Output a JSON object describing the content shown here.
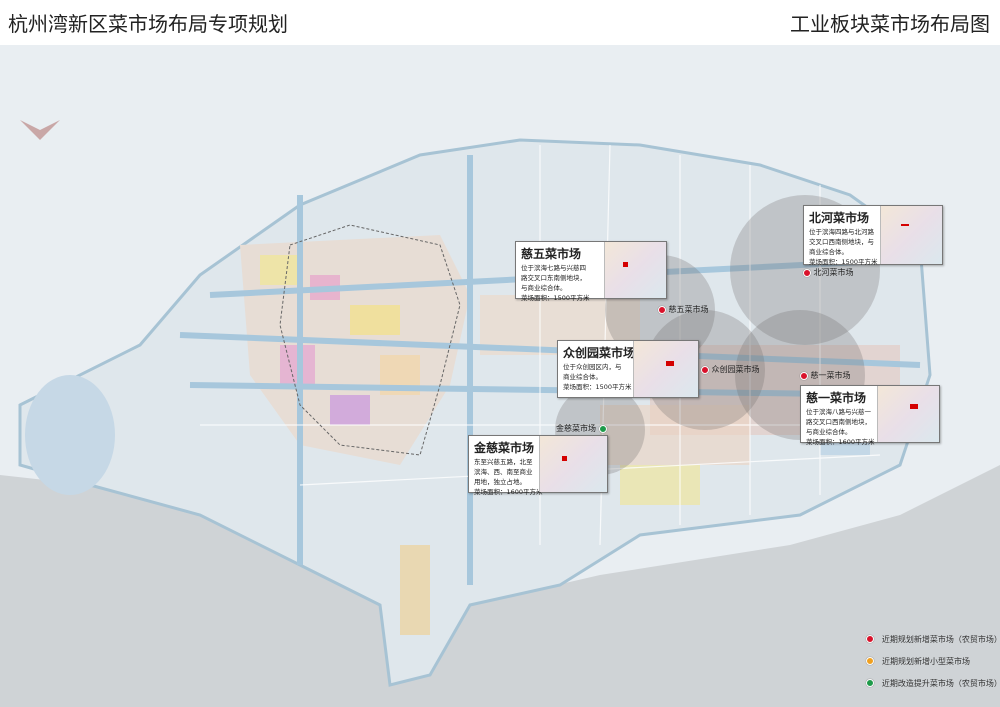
{
  "header": {
    "title_left": "杭州湾新区菜市场布局专项规划",
    "title_right": "工业板块菜市场布局图"
  },
  "markets": [
    {
      "name": "慈五菜市场",
      "label": "慈五菜市场",
      "desc": "位于滨海七路与兴慈四路交叉口东南侧地块，与商业综合体。",
      "area": "菜场面积：1500平方米",
      "type": "new"
    },
    {
      "name": "北河菜市场",
      "label": "北河菜市场",
      "desc": "位于滨海四路与北河路交叉口西南侧地块，与商业综合体。",
      "area": "菜场面积：1500平方米",
      "type": "new"
    },
    {
      "name": "众创园菜市场",
      "label": "众创园菜市场",
      "desc": "位于众创园区内，与商业综合体。",
      "area": "菜场面积：1500平方米",
      "type": "new"
    },
    {
      "name": "慈一菜市场",
      "label": "慈一菜市场",
      "desc": "位于滨海八路与兴慈一路交叉口西南侧地块，与商业综合体。",
      "area": "菜场面积：1600平方米",
      "type": "new"
    },
    {
      "name": "金慈菜市场",
      "label": "金慈菜市场",
      "desc": "东至兴慈五路，北至滨海、西、南至商业用地，独立占地。",
      "area": "菜场面积：1600平方米",
      "type": "upgrade"
    }
  ],
  "legend": [
    {
      "label": "近期规划新增菜市场（农贸市场）",
      "color": "#d9122b"
    },
    {
      "label": "近期规划新增小型菜市场",
      "color": "#f0a020"
    },
    {
      "label": "近期改造提升菜市场（农贸市场）",
      "color": "#1e9a4a"
    }
  ]
}
